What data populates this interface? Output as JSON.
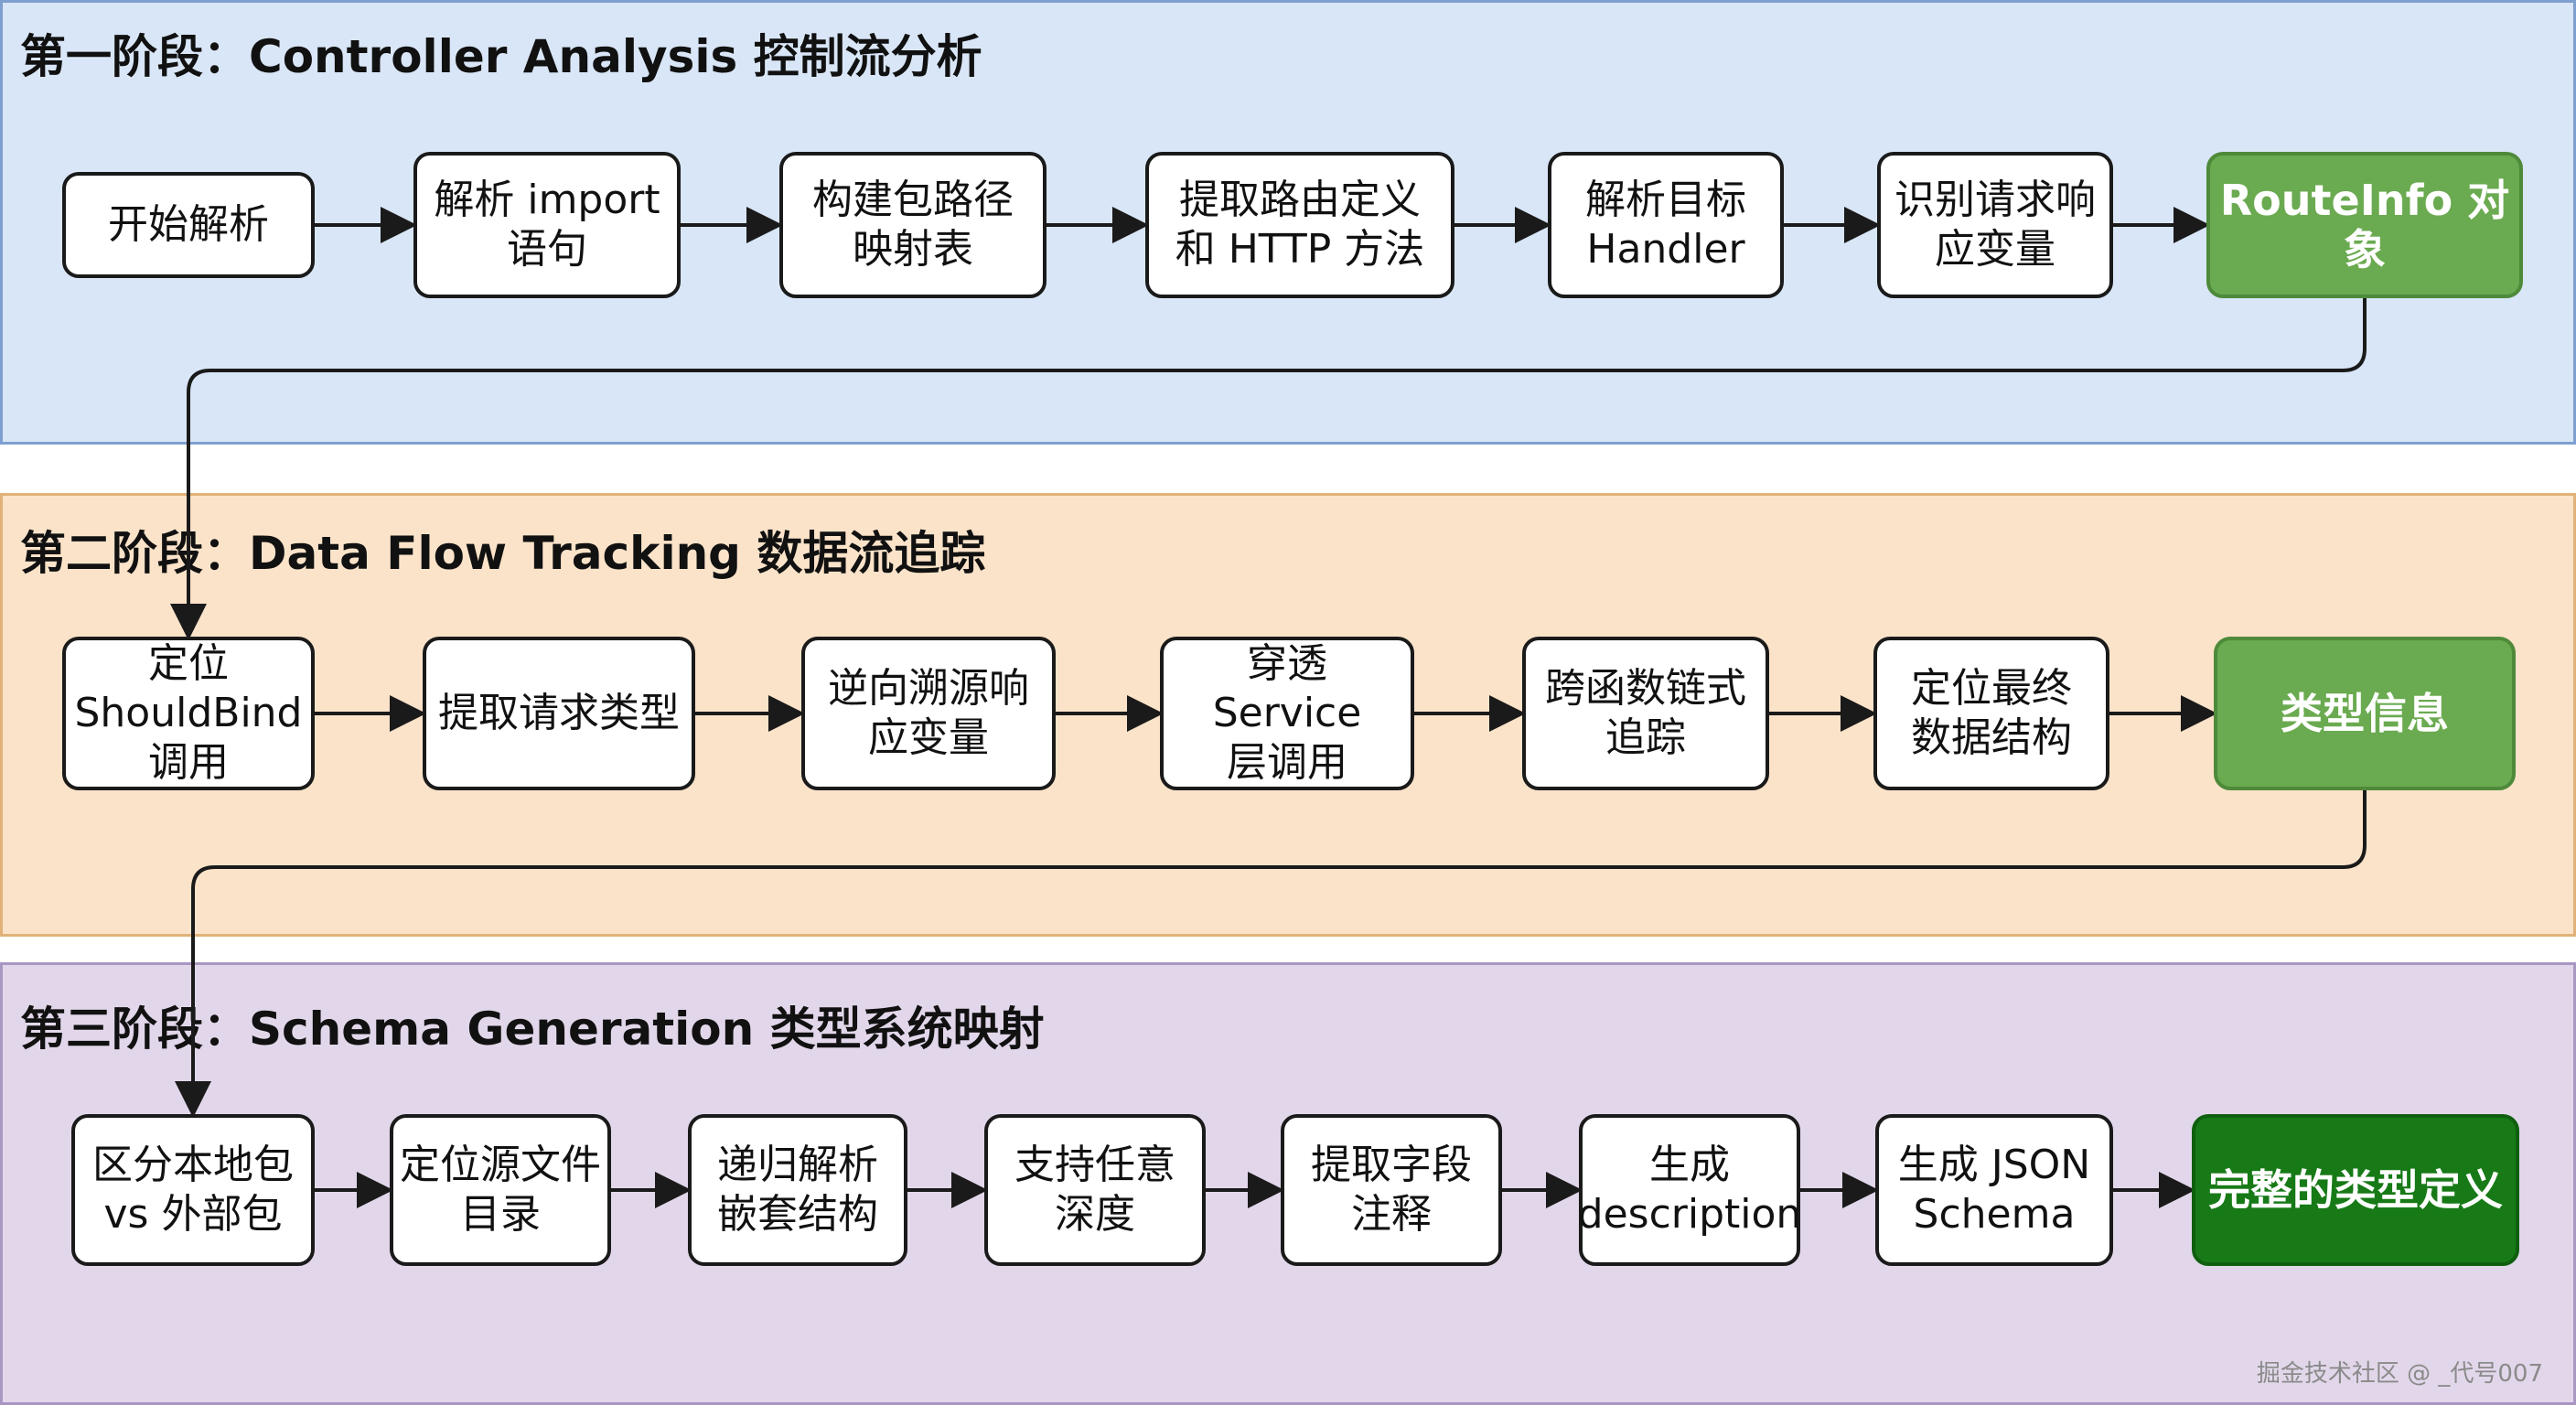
{
  "stages": [
    {
      "title": "第一阶段：Controller Analysis 控制流分析",
      "nodes": [
        "开始解析",
        "解析 import\n语句",
        "构建包路径\n映射表",
        "提取路由定义\n和 HTTP 方法",
        "解析目标\nHandler",
        "识别请求响\n应变量",
        "RouteInfo 对象"
      ]
    },
    {
      "title": "第二阶段：Data Flow Tracking 数据流追踪",
      "nodes": [
        "定位\nShouldBind\n调用",
        "提取请求类型",
        "逆向溯源响\n应变量",
        "穿透 Service\n层调用",
        "跨函数链式\n追踪",
        "定位最终\n数据结构",
        "类型信息"
      ]
    },
    {
      "title": "第三阶段：Schema Generation 类型系统映射",
      "nodes": [
        "区分本地包\nvs 外部包",
        "定位源文件\n目录",
        "递归解析\n嵌套结构",
        "支持任意\n深度",
        "提取字段\n注释",
        "生成\ndescription",
        "生成 JSON\nSchema",
        "完整的类型定义"
      ]
    }
  ],
  "colors": {
    "stage1_bg": "#d9e6f7",
    "stage2_bg": "#fbe3c9",
    "stage3_bg": "#e2d7ea",
    "result_green": "#6aaa50",
    "final_green": "#177a17"
  },
  "watermark": "掘金技术社区 @ _代号007"
}
